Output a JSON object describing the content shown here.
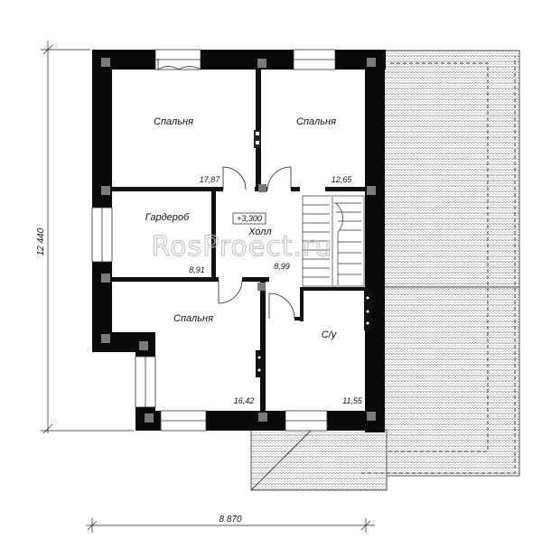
{
  "watermark": "RosProect.ru",
  "dimensions": {
    "height": "12 440",
    "width": "8 870"
  },
  "level_mark": "+3,300",
  "rooms": [
    {
      "name": "Спальня",
      "area": "17,87"
    },
    {
      "name": "Спальня",
      "area": "12,65"
    },
    {
      "name": "Гардероб",
      "area": "8,91"
    },
    {
      "name": "Холл",
      "area": "8,99"
    },
    {
      "name": "Спальня",
      "area": "16,42"
    },
    {
      "name": "С/у",
      "area": "11,55"
    }
  ]
}
